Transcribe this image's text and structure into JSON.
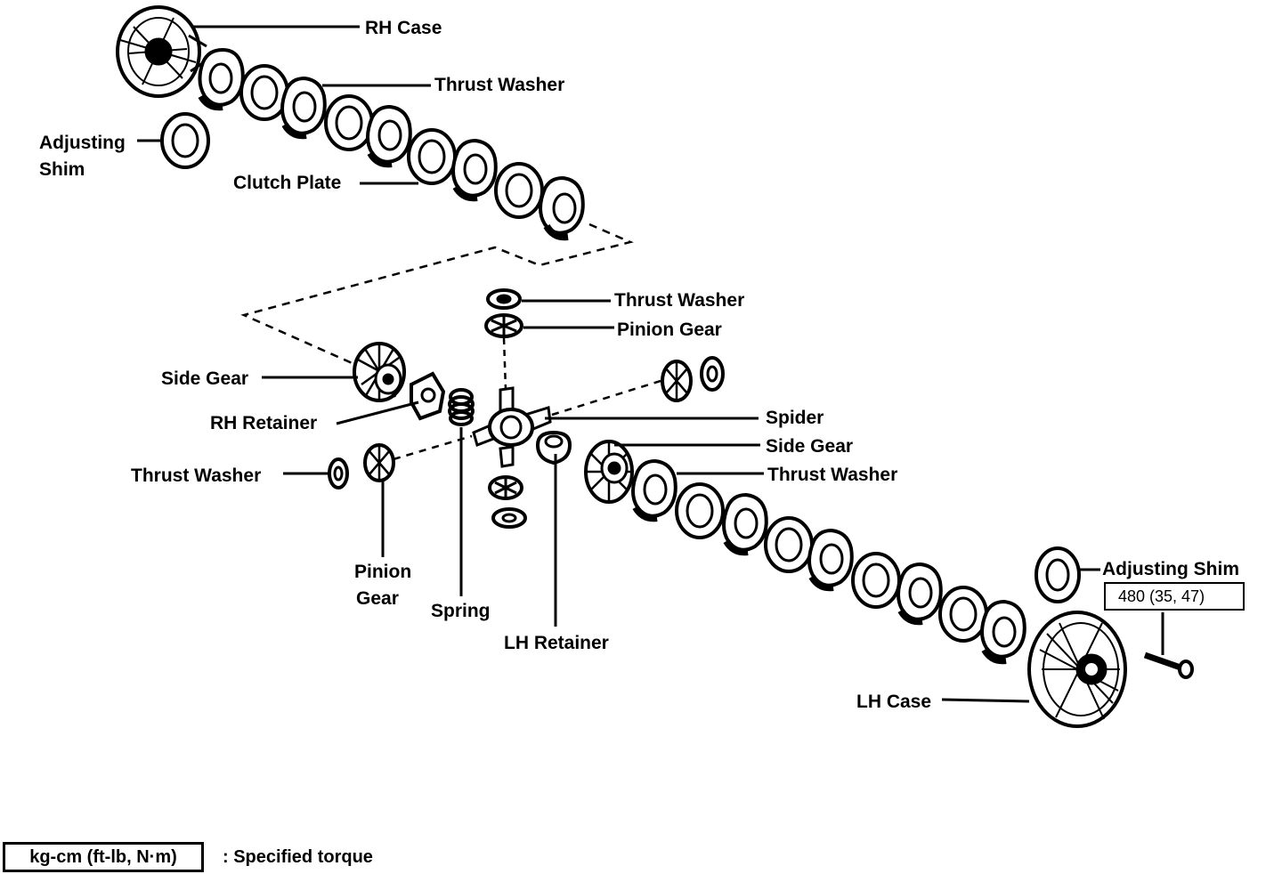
{
  "labels": {
    "rh_case": "RH Case",
    "thrust_washer_top": "Thrust Washer",
    "adjusting_shim_left": [
      "Adjusting",
      "Shim"
    ],
    "clutch_plate": "Clutch Plate",
    "thrust_washer_mid": "Thrust Washer",
    "pinion_gear_mid": "Pinion Gear",
    "side_gear_left": "Side Gear",
    "rh_retainer": "RH Retainer",
    "thrust_washer_left": "Thrust Washer",
    "pinion_gear_bottom": [
      "Pinion",
      "Gear"
    ],
    "spring": "Spring",
    "lh_retainer": "LH Retainer",
    "spider": "Spider",
    "side_gear_right": "Side Gear",
    "thrust_washer_right": "Thrust Washer",
    "adjusting_shim_right": "Adjusting Shim",
    "lh_case": "LH Case"
  },
  "torque": {
    "bolt_value": "480 (35, 47)"
  },
  "legend": {
    "unit_box": "kg-cm (ft-lb, N·m)",
    "description": ":  Specified torque"
  }
}
